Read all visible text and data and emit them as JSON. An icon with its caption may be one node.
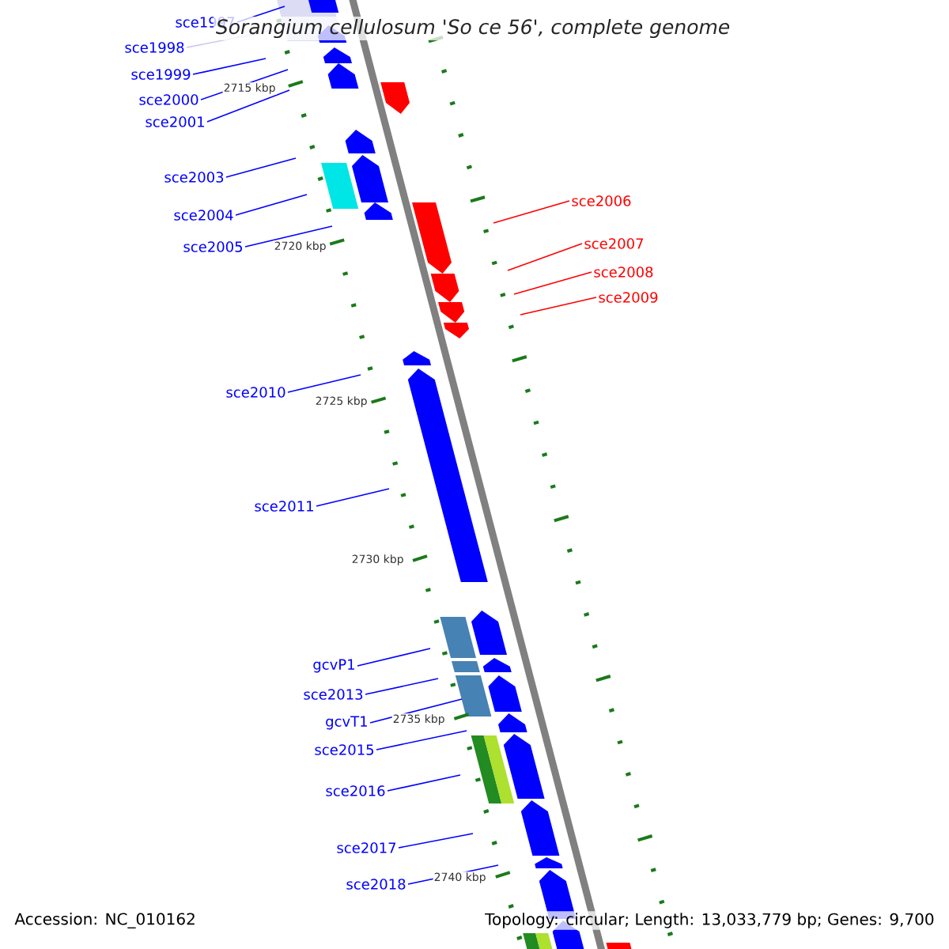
{
  "diagram": {
    "title": "Sorangium cellulosum 'So ce 56', complete genome",
    "nodes": [
      {
        "text": [
          "sce1997"
        ]
      },
      {
        "text": [
          "sce1998"
        ]
      },
      {
        "text": [
          "sce1999"
        ]
      },
      {
        "text": [
          "sce2000"
        ]
      },
      {
        "text": [
          "sce2001"
        ]
      },
      {
        "text": [
          "sce2003"
        ]
      },
      {
        "text": [
          "sce2004"
        ]
      },
      {
        "text": [
          "sce2005"
        ]
      },
      {
        "text": [
          "sce2006"
        ]
      },
      {
        "text": [
          "sce2007"
        ]
      },
      {
        "text": [
          "sce2008"
        ]
      },
      {
        "text": [
          "sce2009"
        ]
      },
      {
        "text": [
          "sce2010"
        ]
      },
      {
        "text": [
          "sce2011"
        ]
      },
      {
        "text": [
          "gcvP1"
        ]
      },
      {
        "text": [
          "sce2013"
        ]
      },
      {
        "text": [
          "gcvT1"
        ]
      },
      {
        "text": [
          "sce2015"
        ]
      },
      {
        "text": [
          "sce2016"
        ]
      },
      {
        "text": [
          "sce2017"
        ]
      },
      {
        "text": [
          "sce2018"
        ]
      }
    ],
    "edges": [
      {
        "from": 0,
        "to": null,
        "arrow": "none"
      },
      {
        "from": 1,
        "to": null,
        "arrow": "none",
        "color": "#c8c8f0"
      },
      {
        "from": 2,
        "to": null,
        "arrow": "none"
      },
      {
        "from": 3,
        "to": null,
        "arrow": "none"
      },
      {
        "from": 4,
        "to": null,
        "arrow": "none"
      },
      {
        "from": 5,
        "to": null,
        "arrow": "none"
      },
      {
        "from": 6,
        "to": null,
        "arrow": "none"
      },
      {
        "from": 7,
        "to": null,
        "arrow": "none"
      },
      {
        "from": 8,
        "to": null,
        "arrow": "none",
        "color": "#ff0000"
      },
      {
        "from": 9,
        "to": null,
        "arrow": "none",
        "color": "#ff0000"
      },
      {
        "from": 10,
        "to": null,
        "arrow": "none",
        "color": "#ff0000"
      },
      {
        "from": 11,
        "to": null,
        "arrow": "none",
        "color": "#ff0000"
      },
      {
        "from": 12,
        "to": null,
        "arrow": "none"
      },
      {
        "from": 13,
        "to": null,
        "arrow": "none"
      },
      {
        "from": 14,
        "to": null,
        "arrow": "none"
      },
      {
        "from": 15,
        "to": null,
        "arrow": "none"
      },
      {
        "from": 16,
        "to": null,
        "arrow": "none"
      },
      {
        "from": 17,
        "to": null,
        "arrow": "none"
      },
      {
        "from": 18,
        "to": null,
        "arrow": "none"
      },
      {
        "from": 19,
        "to": null,
        "arrow": "none"
      },
      {
        "from": 20,
        "to": null,
        "arrow": "none"
      }
    ],
    "labels": [
      "2715 kbp",
      "2720 kbp",
      "2725 kbp",
      "2730 kbp",
      "2735 kbp",
      "2740 kbp",
      "Accession: NC_010162",
      "Topology: circular; Length: 13,033,779 bp; Genes: 9,700"
    ]
  }
}
